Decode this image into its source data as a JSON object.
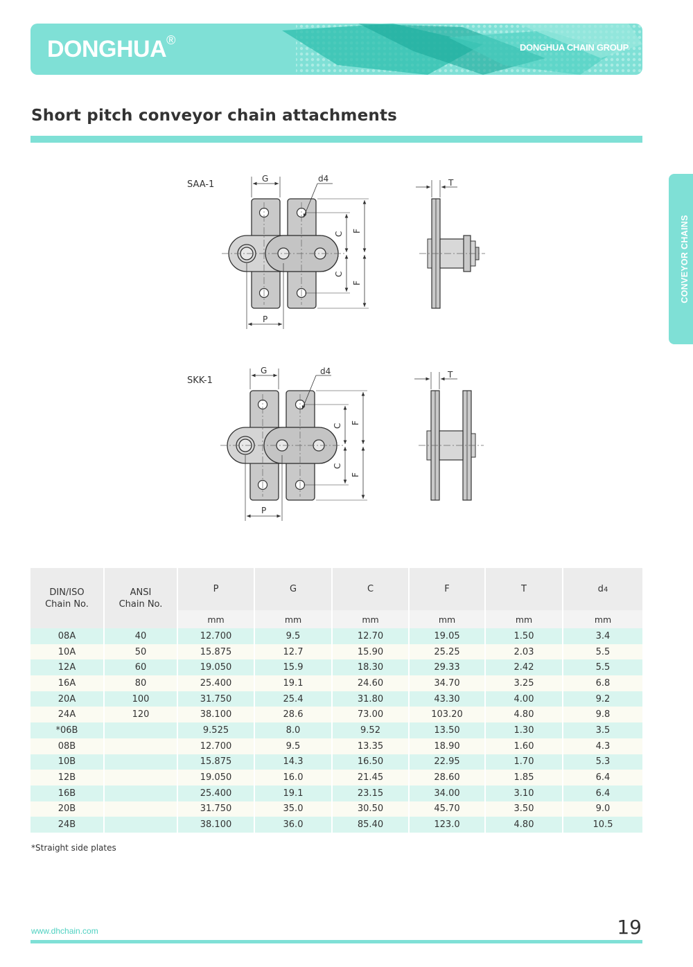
{
  "header": {
    "logo": "DONGHUA",
    "logo_mark": "®",
    "group": "DONGHUA CHAIN GROUP"
  },
  "page_title": "Short pitch conveyor chain attachments",
  "side_tab": "CONVEYOR CHAINS",
  "drawings": {
    "saa_label": "SAA-1",
    "skk_label": "SKK-1",
    "dim_g": "G",
    "dim_d4": "d4",
    "dim_p": "P",
    "dim_c": "C",
    "dim_f": "F",
    "dim_t": "T"
  },
  "table": {
    "headers": [
      "DIN/ISO\nChain No.",
      "ANSI\nChain No.",
      "P",
      "G",
      "C",
      "F",
      "T",
      "d4"
    ],
    "units": [
      "mm",
      "mm",
      "mm",
      "mm",
      "mm",
      "mm"
    ],
    "rows": [
      [
        "08A",
        "40",
        "12.700",
        "9.5",
        "12.70",
        "19.05",
        "1.50",
        "3.4"
      ],
      [
        "10A",
        "50",
        "15.875",
        "12.7",
        "15.90",
        "25.25",
        "2.03",
        "5.5"
      ],
      [
        "12A",
        "60",
        "19.050",
        "15.9",
        "18.30",
        "29.33",
        "2.42",
        "5.5"
      ],
      [
        "16A",
        "80",
        "25.400",
        "19.1",
        "24.60",
        "34.70",
        "3.25",
        "6.8"
      ],
      [
        "20A",
        "100",
        "31.750",
        "25.4",
        "31.80",
        "43.30",
        "4.00",
        "9.2"
      ],
      [
        "24A",
        "120",
        "38.100",
        "28.6",
        "73.00",
        "103.20",
        "4.80",
        "9.8"
      ],
      [
        "*06B",
        "",
        "9.525",
        "8.0",
        "9.52",
        "13.50",
        "1.30",
        "3.5"
      ],
      [
        "08B",
        "",
        "12.700",
        "9.5",
        "13.35",
        "18.90",
        "1.60",
        "4.3"
      ],
      [
        "10B",
        "",
        "15.875",
        "14.3",
        "16.50",
        "22.95",
        "1.70",
        "5.3"
      ],
      [
        "12B",
        "",
        "19.050",
        "16.0",
        "21.45",
        "28.60",
        "1.85",
        "6.4"
      ],
      [
        "16B",
        "",
        "25.400",
        "19.1",
        "23.15",
        "34.00",
        "3.10",
        "6.4"
      ],
      [
        "20B",
        "",
        "31.750",
        "35.0",
        "30.50",
        "45.70",
        "3.50",
        "9.0"
      ],
      [
        "24B",
        "",
        "38.100",
        "36.0",
        "85.40",
        "123.0",
        "4.80",
        "10.5"
      ]
    ]
  },
  "footnote": "*Straight side plates",
  "footer": {
    "url": "www.dhchain.com",
    "page_number": "19"
  },
  "colors": {
    "accent": "#7fe0d6",
    "row_odd": "#d9f5ef",
    "row_even": "#fbfbf2"
  }
}
